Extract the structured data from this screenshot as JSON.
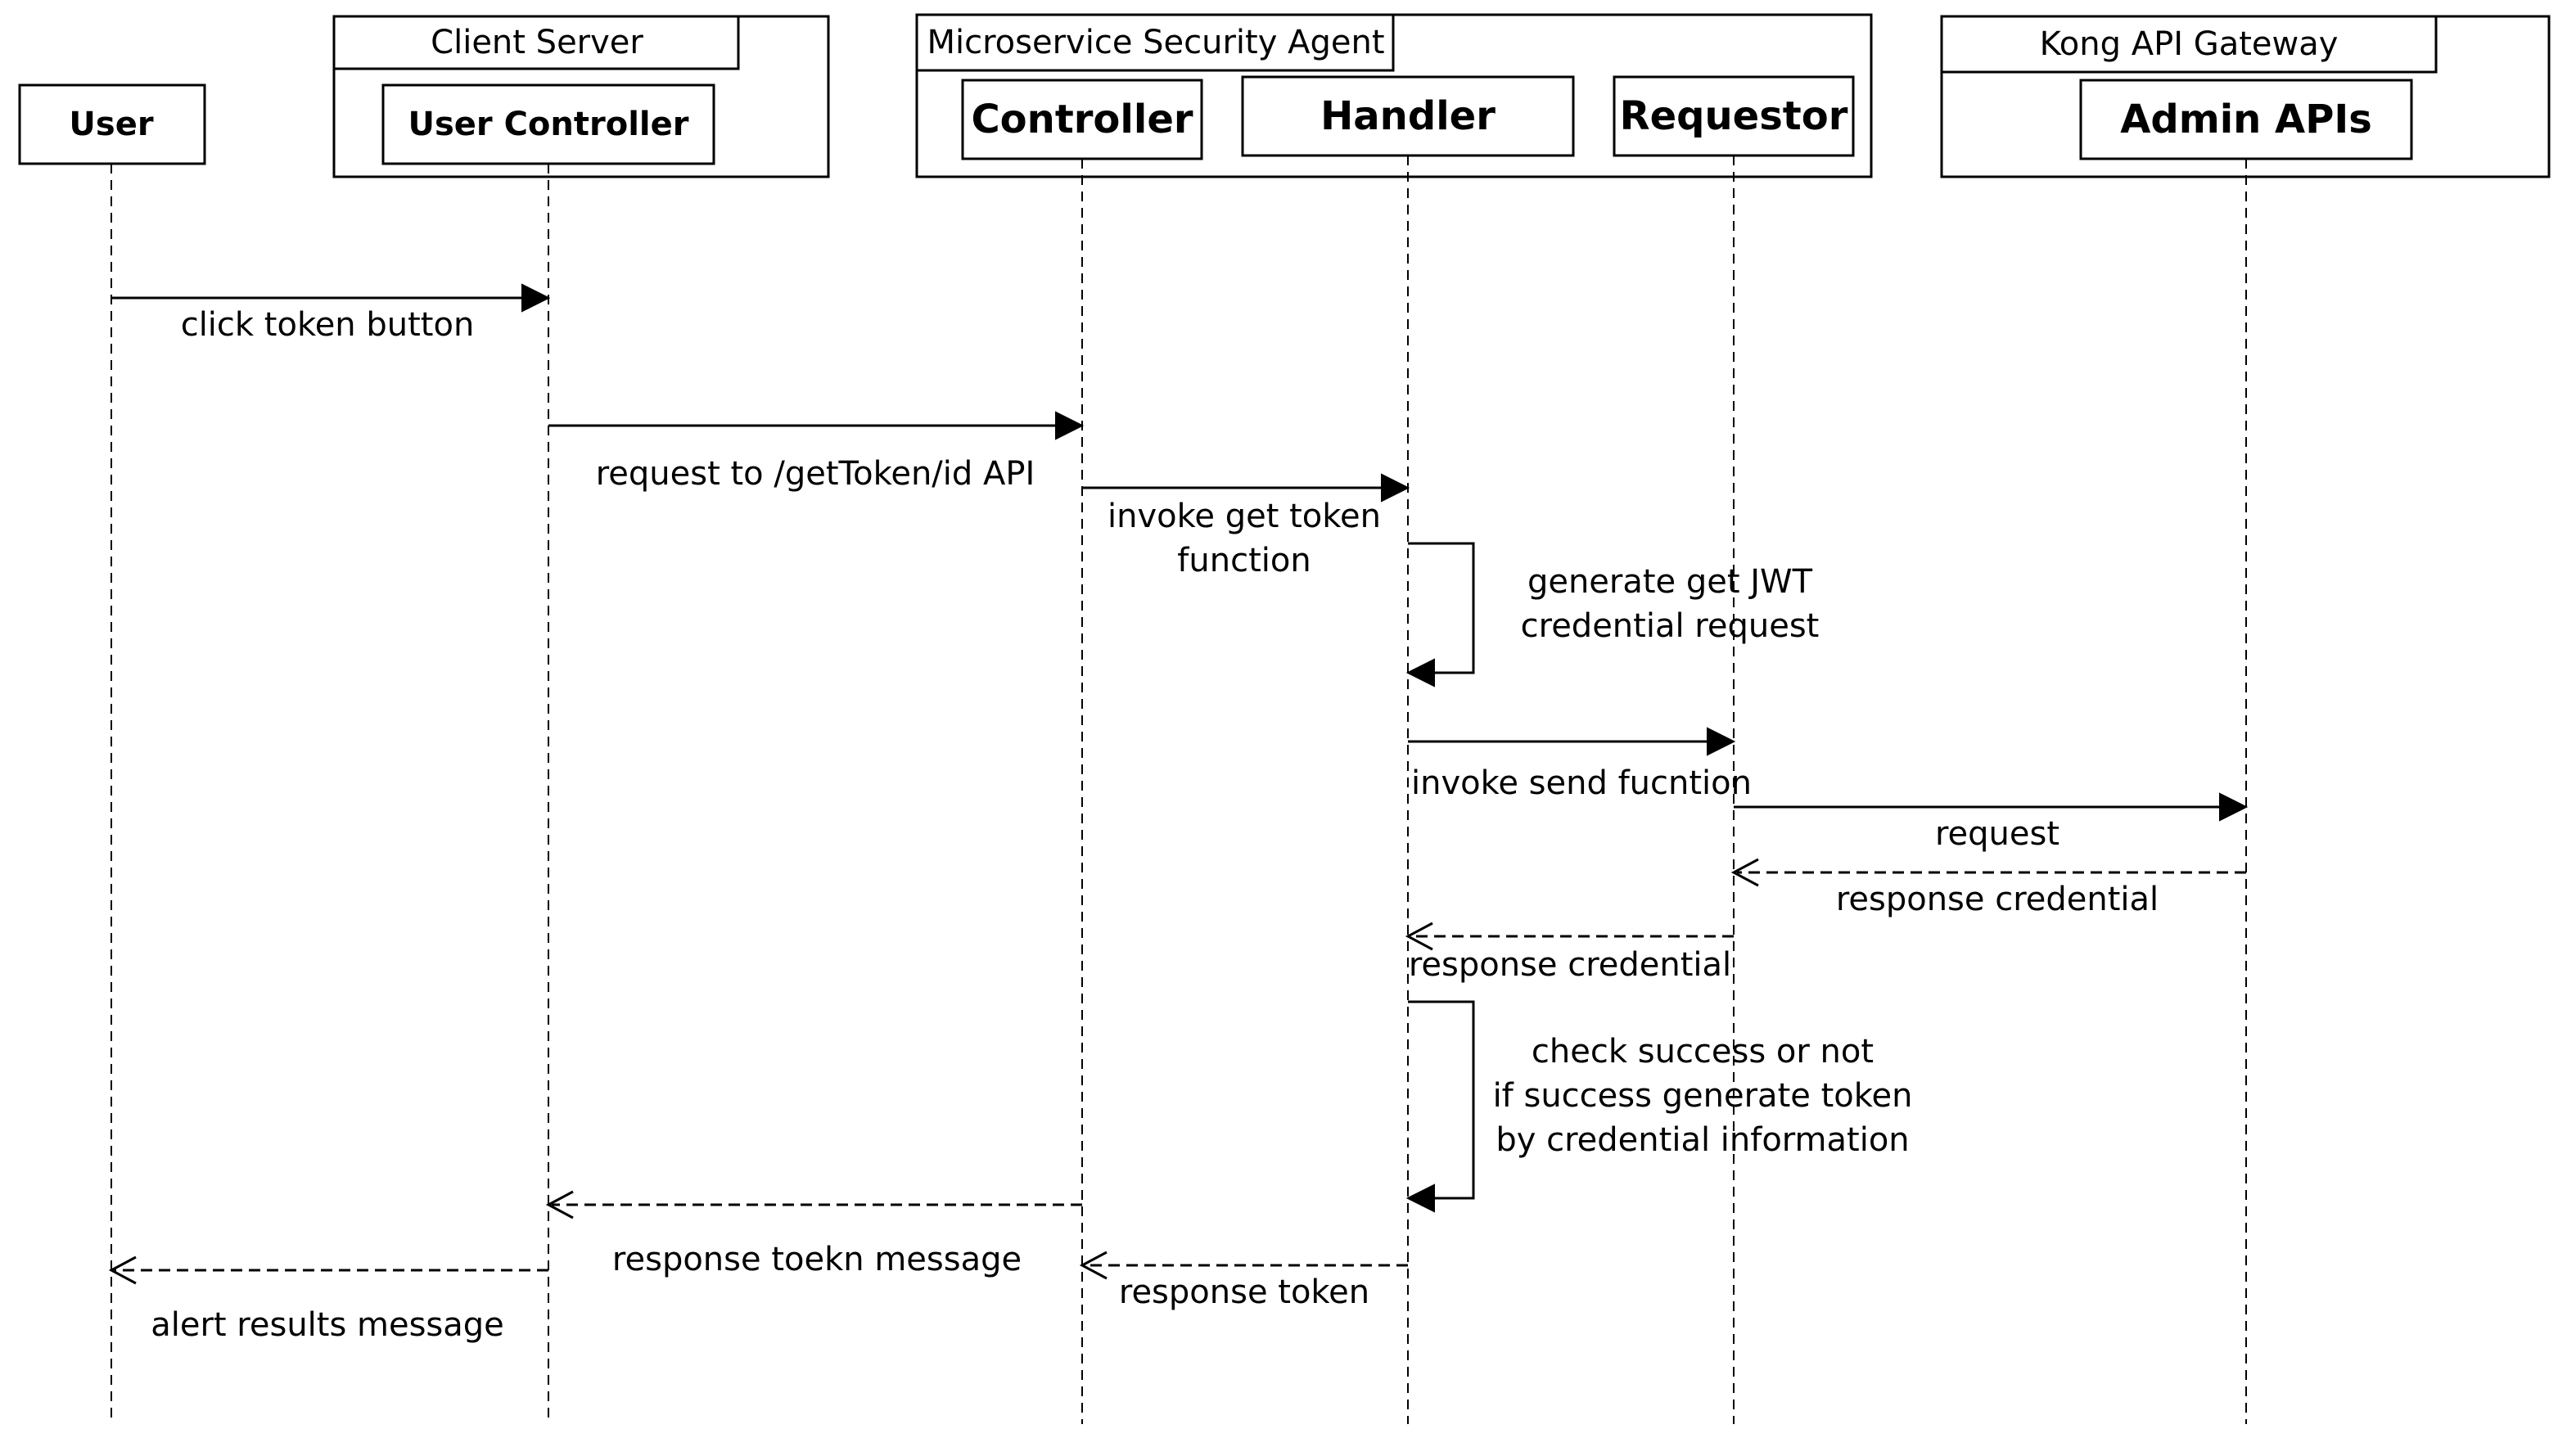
{
  "frames": [
    {
      "id": "client-server",
      "title": "Client Server"
    },
    {
      "id": "security-agent",
      "title": "Microservice Security Agent"
    },
    {
      "id": "kong-gateway",
      "title": "Kong API Gateway"
    }
  ],
  "participants": [
    {
      "id": "user",
      "name": "User"
    },
    {
      "id": "user-controller",
      "name": "User Controller"
    },
    {
      "id": "controller",
      "name": "Controller"
    },
    {
      "id": "handler",
      "name": "Handler"
    },
    {
      "id": "requestor",
      "name": "Requestor"
    },
    {
      "id": "admin-apis",
      "name": "Admin APIs"
    }
  ],
  "messages": [
    {
      "id": "m1",
      "from": "user",
      "to": "user-controller",
      "style": "sync",
      "label": [
        "click token button"
      ]
    },
    {
      "id": "m2",
      "from": "user-controller",
      "to": "controller",
      "style": "sync",
      "label": [
        "request to /getToken/id API"
      ]
    },
    {
      "id": "m3",
      "from": "controller",
      "to": "handler",
      "style": "sync",
      "label": [
        "invoke get token",
        "function"
      ]
    },
    {
      "id": "m4",
      "from": "handler",
      "to": "handler",
      "style": "self",
      "label": [
        "generate get JWT",
        "credential request"
      ]
    },
    {
      "id": "m5",
      "from": "handler",
      "to": "requestor",
      "style": "sync",
      "label": [
        "invoke send fucntion"
      ]
    },
    {
      "id": "m6",
      "from": "requestor",
      "to": "admin-apis",
      "style": "sync",
      "label": [
        "request"
      ]
    },
    {
      "id": "m7",
      "from": "admin-apis",
      "to": "requestor",
      "style": "return",
      "label": [
        "response credential"
      ]
    },
    {
      "id": "m8",
      "from": "requestor",
      "to": "handler",
      "style": "return",
      "label": [
        "response credential"
      ]
    },
    {
      "id": "m9",
      "from": "handler",
      "to": "handler",
      "style": "self",
      "label": [
        "check success or not",
        "if success generate token",
        "by credential information"
      ]
    },
    {
      "id": "m10",
      "from": "controller",
      "to": "user-controller",
      "style": "return",
      "label": [
        "response toekn message"
      ]
    },
    {
      "id": "m11",
      "from": "handler",
      "to": "controller",
      "style": "return",
      "label": [
        "response token"
      ]
    },
    {
      "id": "m12",
      "from": "user-controller",
      "to": "user",
      "style": "return",
      "label": [
        "alert results message"
      ]
    }
  ]
}
